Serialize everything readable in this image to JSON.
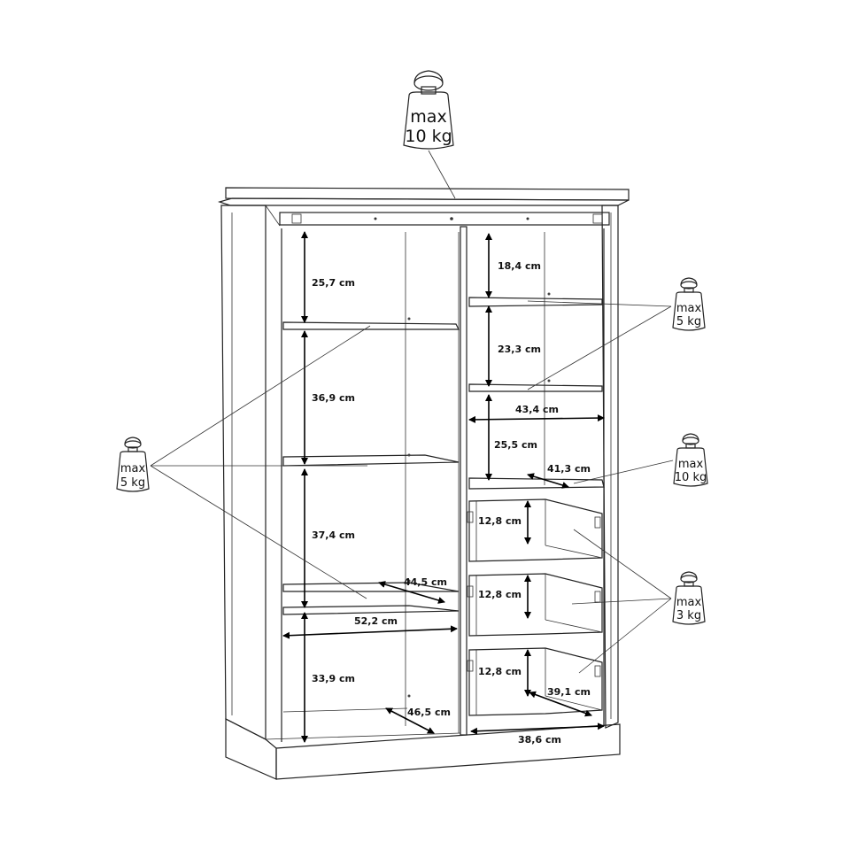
{
  "weights": {
    "top": {
      "line1": "max",
      "line2": "10 kg"
    },
    "left_shelves": {
      "line1": "max",
      "line2": "5 kg"
    },
    "right_shelves": {
      "line1": "max",
      "line2": "5 kg"
    },
    "right_fixed_shelf": {
      "line1": "max",
      "line2": "10 kg"
    },
    "drawers": {
      "line1": "max",
      "line2": "3 kg"
    }
  },
  "dimensions": {
    "left_h1": "25,7 cm",
    "left_h2": "36,9 cm",
    "left_h3": "37,4 cm",
    "left_h4": "33,9 cm",
    "left_depth_shelf": "44,5 cm",
    "left_width": "52,2 cm",
    "left_depth_bottom": "46,5 cm",
    "right_h1": "18,4 cm",
    "right_h2": "23,3 cm",
    "right_width_shelf": "43,4 cm",
    "right_h3": "25,5 cm",
    "right_depth_fixed": "41,3 cm",
    "drawer1_h": "12,8 cm",
    "drawer2_h": "12,8 cm",
    "drawer3_h": "12,8 cm",
    "drawer_depth": "39,1 cm",
    "right_width_bottom": "38,6 cm"
  }
}
